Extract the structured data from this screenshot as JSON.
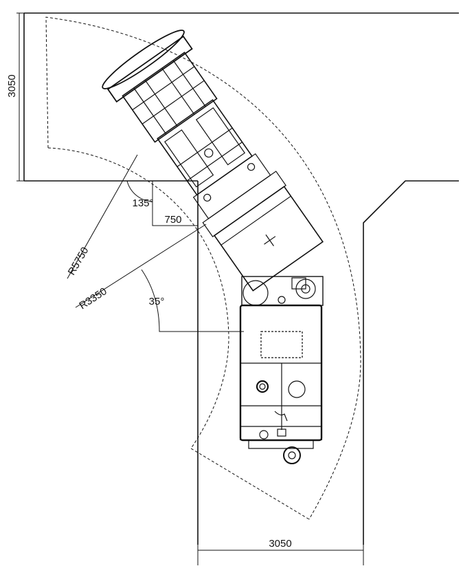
{
  "dimensions": {
    "width_top": "3050",
    "width_bottom": "3050",
    "offset": "750",
    "radius_outer": "R5750",
    "radius_inner": "R3350"
  },
  "angles": {
    "corner": "135°",
    "articulation": "35°"
  },
  "colors": {
    "line": "#111111",
    "background": "#ffffff"
  }
}
